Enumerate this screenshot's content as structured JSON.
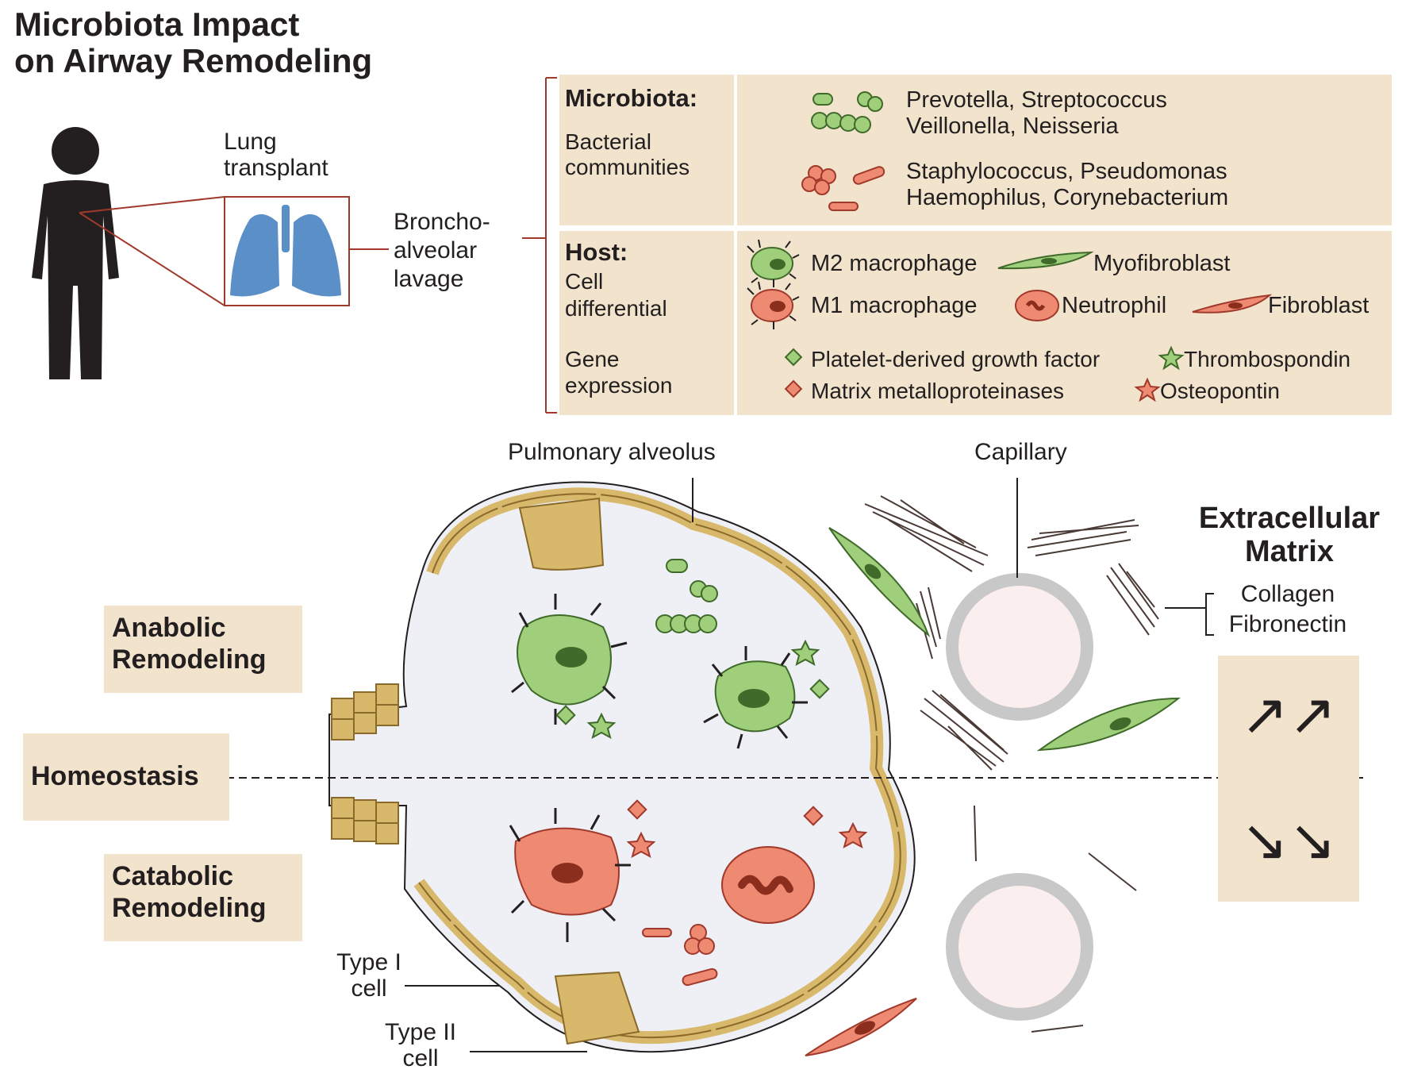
{
  "title": {
    "line1": "Microbiota Impact",
    "line2": "on Airway Remodeling"
  },
  "sampling": {
    "lung_line1": "Lung",
    "lung_line2": "transplant",
    "bal_line1": "Broncho-",
    "bal_line2": "alveolar",
    "bal_line3": "lavage"
  },
  "microbiota_panel": {
    "heading": "Microbiota:",
    "sub_line1": "Bacterial",
    "sub_line2": "communities",
    "green_line1": "Prevotella,  Streptococcus",
    "green_line2": "Veillonella,  Neisseria",
    "red_line1": "Staphylococcus,  Pseudomonas",
    "red_line2": "Haemophilus,  Corynebacterium"
  },
  "host_panel": {
    "heading": "Host:",
    "cell_line1": "Cell",
    "cell_line2": "differential",
    "gene_line1": "Gene",
    "gene_line2": "expression",
    "m2": "M2 macrophage",
    "myofibroblast": "Myofibroblast",
    "m1": "M1 macrophage",
    "neutrophil": "Neutrophil",
    "fibroblast": "Fibroblast",
    "pdgf": "Platelet-derived growth factor",
    "thrombospondin": "Thrombospondin",
    "mmp": "Matrix metalloproteinases",
    "osteopontin": "Osteopontin"
  },
  "diagram": {
    "alveolus_label": "Pulmonary alveolus",
    "capillary_label": "Capillary",
    "ecm_line1": "Extracellular",
    "ecm_line2": "Matrix",
    "collagen": "Collagen",
    "fibronectin": "Fibronectin",
    "anabolic_line1": "Anabolic",
    "anabolic_line2": "Remodeling",
    "homeostasis": "Homeostasis",
    "catabolic_line1": "Catabolic",
    "catabolic_line2": "Remodeling",
    "type1_line1": "Type I",
    "type1_line2": "cell",
    "type2_line1": "Type II",
    "type2_line2": "cell",
    "arrow_up": "↗↗",
    "arrow_down": "↘↘"
  },
  "colors": {
    "green": "#9fcf7a",
    "red": "#ee8a72",
    "tan": "#d8b86a",
    "panel": "#f2e4cc",
    "lung": "#5b8fc7",
    "bracket": "#a0392b"
  }
}
